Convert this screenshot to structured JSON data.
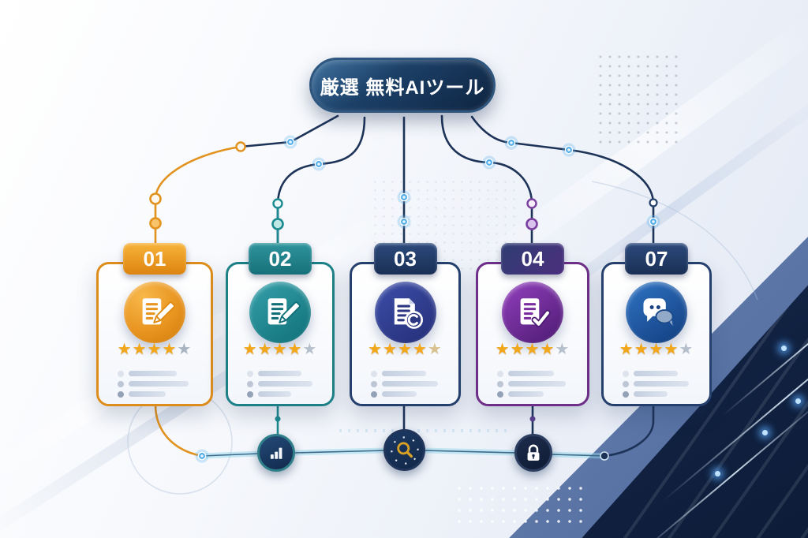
{
  "title": {
    "text": "厳選 無料AIツール"
  },
  "cards": [
    {
      "number": "01",
      "icon": "document-pencil-icon",
      "accent": "#dd8d1c",
      "rating": 4,
      "rating_max": 5,
      "empty_star": "#a9b4c2"
    },
    {
      "number": "02",
      "icon": "document-pencil-icon",
      "accent": "#1d8086",
      "rating": 4,
      "rating_max": 5,
      "empty_star": "#b6c0cc"
    },
    {
      "number": "03",
      "icon": "document-copyright-icon",
      "accent": "#26406e",
      "rating": 4,
      "rating_max": 5,
      "empty_star": "#d9c28f"
    },
    {
      "number": "04",
      "icon": "document-check-icon",
      "accent": "#6e2f88",
      "rating": 4,
      "rating_max": 5,
      "empty_star": "#b6c0cc"
    },
    {
      "number": "07",
      "icon": "chat-bubbles-icon",
      "accent": "#26406e",
      "rating": 4,
      "rating_max": 5,
      "empty_star": "#b6c0cc"
    }
  ],
  "bottom_icons": [
    {
      "name": "bar-chart-icon"
    },
    {
      "name": "search-icon"
    },
    {
      "name": "lock-icon"
    }
  ],
  "colors": {
    "title_bg": "#16304f",
    "connector_navy": "#1d3358",
    "connector_orange": "#e2921e",
    "connector_teal": "#1c8a8f",
    "glow_node": "#53aeea",
    "star_gold": "#f2a71b",
    "star_empty": "#b6c0cc",
    "dark_corner": "#0d1c38"
  }
}
